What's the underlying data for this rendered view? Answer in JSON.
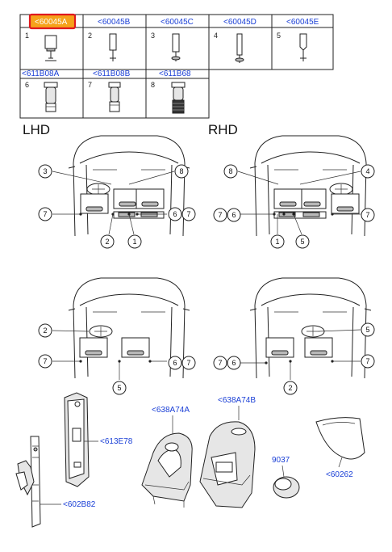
{
  "colors": {
    "link": "#1a3fd6",
    "highlight_fill": "#f6a21a",
    "highlight_text": "#ffffff",
    "highlight_border": "#e0191f"
  },
  "parts_table": {
    "row1": [
      {
        "num": "1",
        "code": "<60045A",
        "selected": true
      },
      {
        "num": "2",
        "code": "<60045B"
      },
      {
        "num": "3",
        "code": "<60045C"
      },
      {
        "num": "4",
        "code": "<60045D"
      },
      {
        "num": "5",
        "code": "<60045E"
      }
    ],
    "row2": [
      {
        "num": "6",
        "code": "<611B08A"
      },
      {
        "num": "7",
        "code": "<611B08B"
      },
      {
        "num": "8",
        "code": "<611B68"
      }
    ]
  },
  "sections": {
    "lhd": "LHD",
    "rhd": "RHD"
  },
  "callouts": {
    "lhd_top": [
      "3",
      "8",
      "7",
      "6",
      "7",
      "2",
      "1"
    ],
    "rhd_top": [
      "8",
      "4",
      "7",
      "6",
      "7",
      "1",
      "5"
    ],
    "lhd_bottom": [
      "2",
      "7",
      "6",
      "7",
      "5"
    ],
    "rhd_bottom": [
      "5",
      "7",
      "6",
      "7",
      "2"
    ]
  },
  "part_labels": {
    "p613e78": "<613E78",
    "p602b82": "<602B82",
    "p638a74a": "<638A74A",
    "p638a74b": "<638A74B",
    "p9037": "9037",
    "p60262": "<60262"
  }
}
